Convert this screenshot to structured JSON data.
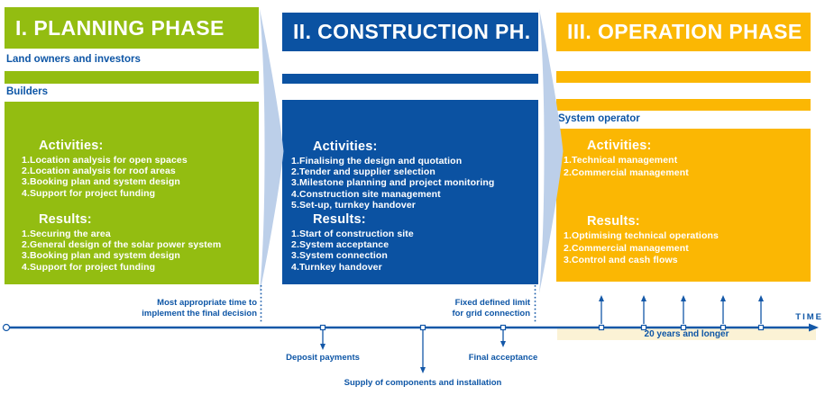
{
  "colors": {
    "green": "#93BD11",
    "blue": "#0B52A2",
    "orange": "#FBB703",
    "pale_blue": "#BCCFE9",
    "text_blue": "#0E56A6",
    "line_blue": "#1458A8",
    "cream": "#FBF2D5"
  },
  "phases": [
    {
      "title": "I. PLANNING PHASE",
      "top_label": "Land owners and investors",
      "mid_label": "Builders",
      "activities_heading": "Activities:",
      "activities": [
        "1.Location analysis for open spaces",
        "2.Location analysis for roof areas",
        "3.Booking plan and system design",
        "4.Support for project funding"
      ],
      "results_heading": "Results:",
      "results": [
        "1.Securing the area",
        "2.General design of the solar power system",
        "3.Booking plan and system design",
        "4.Support for project funding"
      ]
    },
    {
      "title": "II. CONSTRUCTION PH.",
      "activities_heading": "Activities:",
      "activities": [
        "1.Finalising the design and quotation",
        "2.Tender and supplier selection",
        "3.Milestone planning and project monitoring",
        "4.Construction site management",
        "5.Set-up, turnkey handover"
      ],
      "results_heading": "Results:",
      "results": [
        "1.Start of construction site",
        "2.System acceptance",
        "3.System connection",
        "4.Turnkey handover"
      ]
    },
    {
      "title": "III. OPERATION PHASE",
      "operator_label": "System operator",
      "activities_heading": "Activities:",
      "activities": [
        "1.Technical management",
        "2.Commercial management"
      ],
      "results_heading": "Results:",
      "results": [
        "1.Optimising technical operations",
        "2.Commercial management",
        "3.Control and cash flows"
      ]
    }
  ],
  "timeline": {
    "axis_label": "TIME",
    "decision_note_line1": "Most appropriate time to",
    "decision_note_line2": "implement the final decision",
    "grid_note_line1": "Fixed defined limit",
    "grid_note_line2": "for grid connection",
    "event_deposit": "Deposit payments",
    "event_supply": "Supply of components and installation",
    "event_acceptance": "Final acceptance",
    "duration_label": "20 years and longer"
  }
}
